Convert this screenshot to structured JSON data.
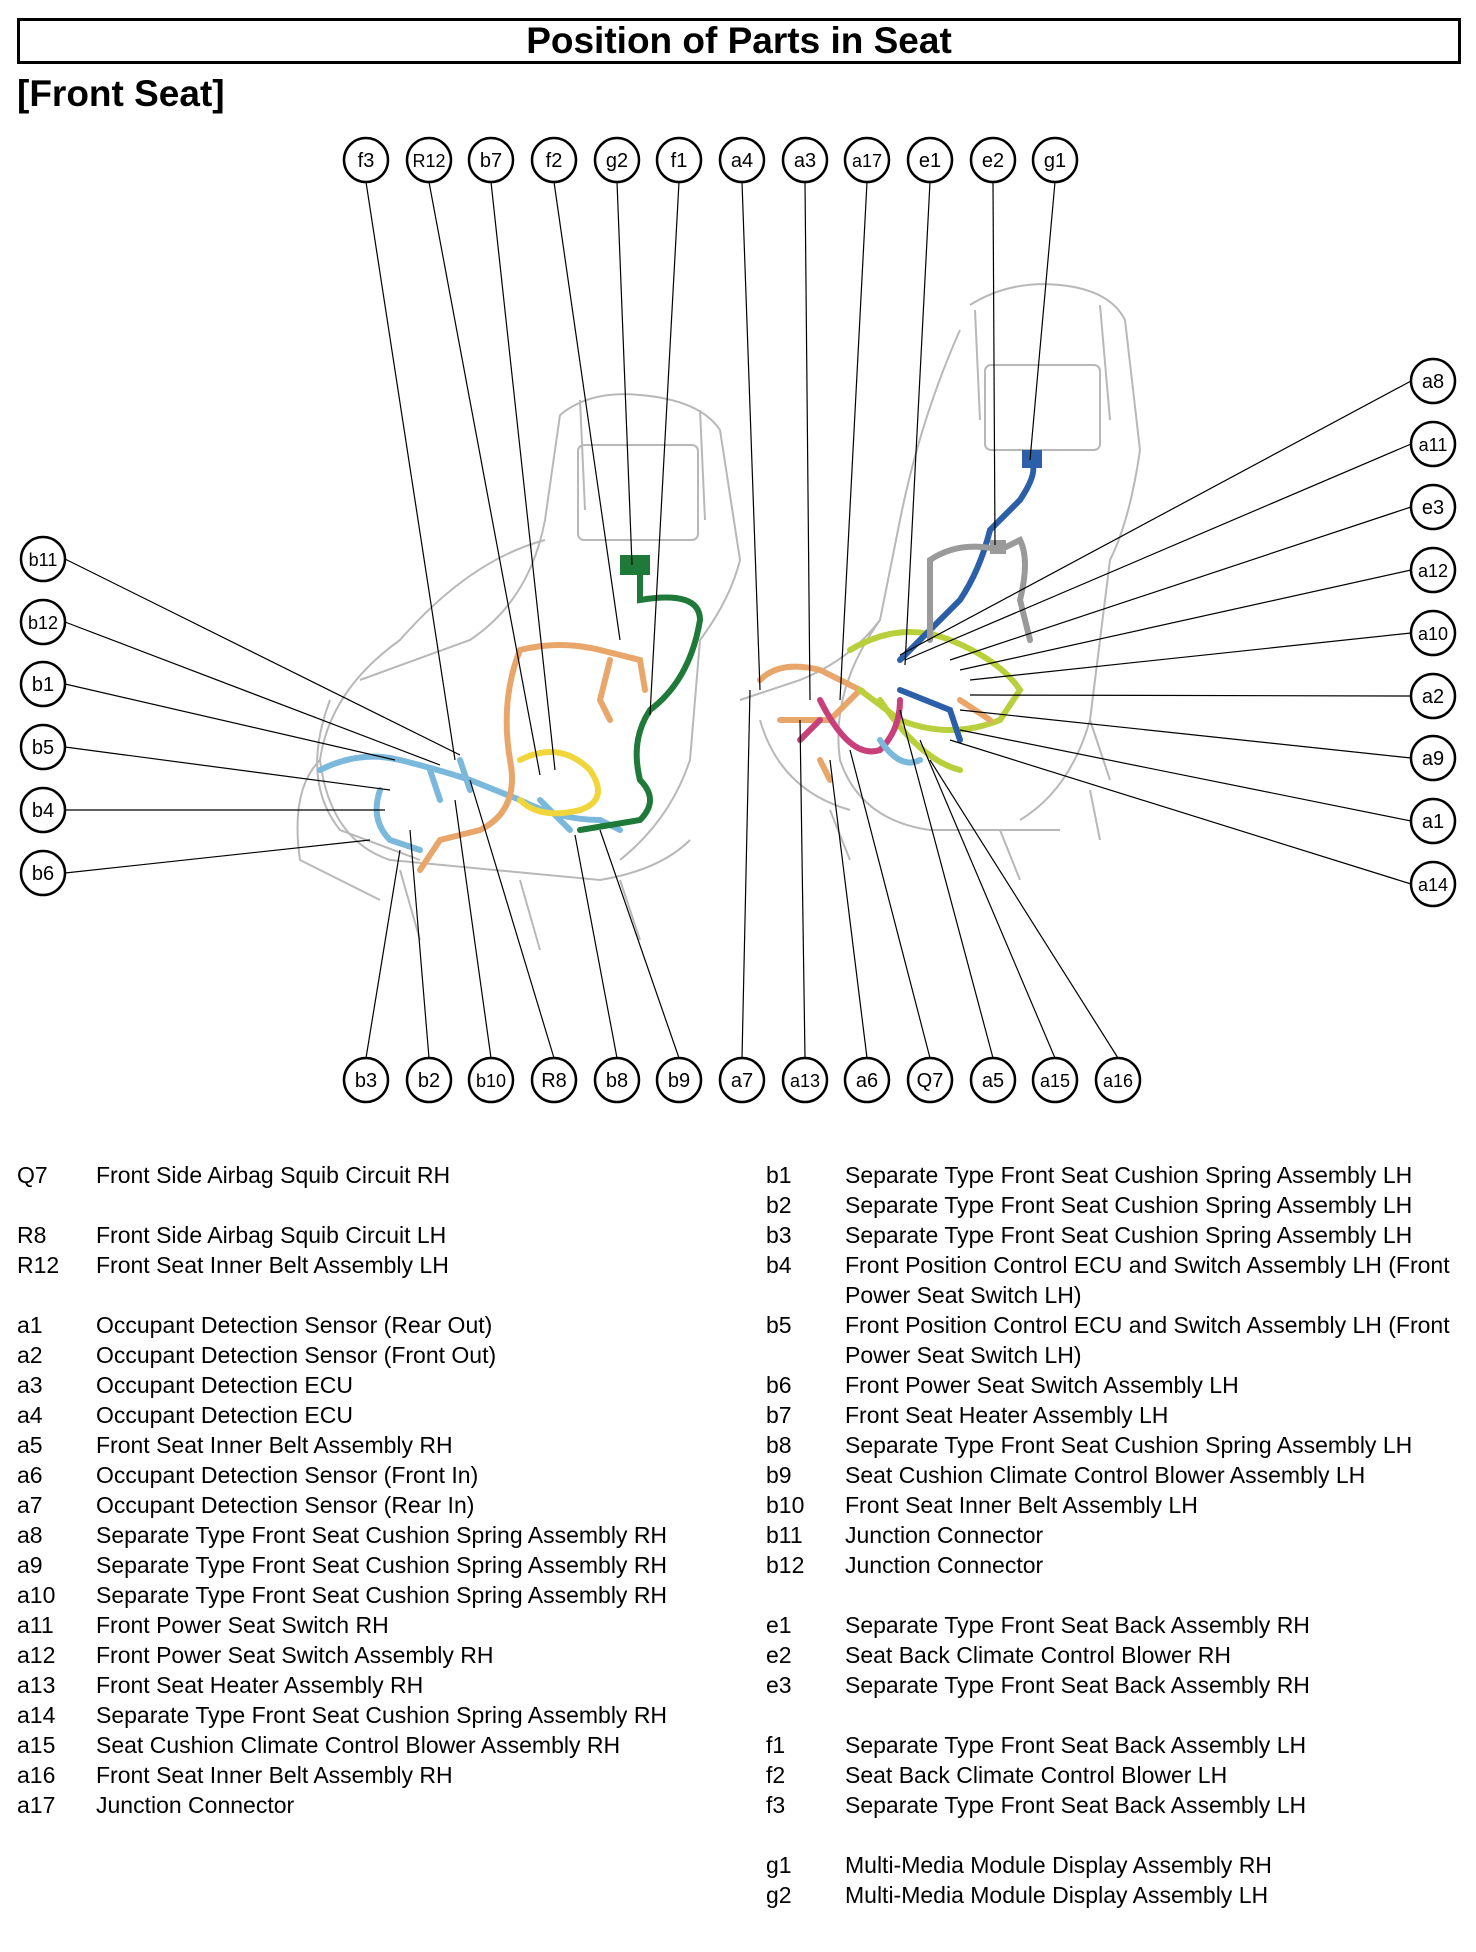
{
  "title": "Position of Parts in Seat",
  "subtitle": "[Front Seat]",
  "callouts": {
    "top": [
      "f3",
      "R12",
      "b7",
      "f2",
      "g2",
      "f1",
      "a4",
      "a3",
      "a17",
      "e1",
      "e2",
      "g1"
    ],
    "left": [
      "b11",
      "b12",
      "b1",
      "b5",
      "b4",
      "b6"
    ],
    "right": [
      "a8",
      "a11",
      "e3",
      "a12",
      "a10",
      "a2",
      "a9",
      "a1",
      "a14"
    ],
    "bottom": [
      "b3",
      "b2",
      "b10",
      "R8",
      "b8",
      "b9",
      "a7",
      "a13",
      "a6",
      "Q7",
      "a5",
      "a15",
      "a16"
    ]
  },
  "legend_left": [
    {
      "code": "Q7",
      "desc": "Front Side Airbag Squib Circuit RH",
      "gap_after": true
    },
    {
      "code": "R8",
      "desc": "Front Side Airbag Squib Circuit LH"
    },
    {
      "code": "R12",
      "desc": "Front Seat Inner Belt Assembly LH",
      "gap_after": true
    },
    {
      "code": "a1",
      "desc": "Occupant Detection Sensor (Rear Out)"
    },
    {
      "code": "a2",
      "desc": "Occupant Detection Sensor (Front Out)"
    },
    {
      "code": "a3",
      "desc": "Occupant Detection ECU"
    },
    {
      "code": "a4",
      "desc": "Occupant Detection ECU"
    },
    {
      "code": "a5",
      "desc": "Front Seat Inner Belt Assembly RH"
    },
    {
      "code": "a6",
      "desc": "Occupant Detection Sensor (Front In)"
    },
    {
      "code": "a7",
      "desc": "Occupant Detection Sensor (Rear In)"
    },
    {
      "code": "a8",
      "desc": "Separate Type Front Seat Cushion Spring Assembly RH"
    },
    {
      "code": "a9",
      "desc": "Separate Type Front Seat Cushion Spring Assembly RH"
    },
    {
      "code": "a10",
      "desc": "Separate Type Front Seat Cushion Spring Assembly RH"
    },
    {
      "code": "a11",
      "desc": "Front Power Seat Switch RH"
    },
    {
      "code": "a12",
      "desc": "Front Power Seat Switch Assembly RH"
    },
    {
      "code": "a13",
      "desc": "Front Seat Heater Assembly RH"
    },
    {
      "code": "a14",
      "desc": "Separate Type Front Seat Cushion Spring Assembly RH"
    },
    {
      "code": "a15",
      "desc": "Seat Cushion Climate Control Blower Assembly RH"
    },
    {
      "code": "a16",
      "desc": "Front Seat Inner Belt Assembly RH"
    },
    {
      "code": "a17",
      "desc": "Junction Connector"
    }
  ],
  "legend_right": [
    {
      "code": "b1",
      "desc": "Separate Type Front Seat Cushion Spring Assembly LH"
    },
    {
      "code": "b2",
      "desc": "Separate Type Front Seat Cushion Spring Assembly LH"
    },
    {
      "code": "b3",
      "desc": "Separate Type Front Seat Cushion Spring Assembly LH"
    },
    {
      "code": "b4",
      "desc": "Front Position Control ECU and Switch Assembly LH (Front Power Seat Switch LH)"
    },
    {
      "code": "b5",
      "desc": "Front Position Control ECU and Switch Assembly LH (Front Power Seat Switch LH)"
    },
    {
      "code": "b6",
      "desc": "Front Power Seat Switch Assembly LH"
    },
    {
      "code": "b7",
      "desc": "Front Seat Heater Assembly LH"
    },
    {
      "code": "b8",
      "desc": "Separate Type Front Seat Cushion Spring Assembly LH"
    },
    {
      "code": "b9",
      "desc": "Seat Cushion Climate Control Blower Assembly LH"
    },
    {
      "code": "b10",
      "desc": "Front Seat Inner Belt Assembly LH"
    },
    {
      "code": "b11",
      "desc": "Junction Connector"
    },
    {
      "code": "b12",
      "desc": "Junction Connector",
      "gap_after": true
    },
    {
      "code": "e1",
      "desc": "Separate Type Front Seat Back Assembly RH"
    },
    {
      "code": "e2",
      "desc": "Seat Back Climate Control Blower RH"
    },
    {
      "code": "e3",
      "desc": "Separate Type Front Seat Back Assembly RH",
      "gap_after": true
    },
    {
      "code": "f1",
      "desc": "Separate Type Front Seat Back Assembly LH"
    },
    {
      "code": "f2",
      "desc": "Seat Back Climate Control Blower LH"
    },
    {
      "code": "f3",
      "desc": "Separate Type Front Seat Back Assembly LH",
      "gap_after": true
    },
    {
      "code": "g1",
      "desc": "Multi-Media Module Display Assembly RH"
    },
    {
      "code": "g2",
      "desc": "Multi-Media Module Display Assembly LH"
    }
  ],
  "colors": {
    "harness_blue": "#7ab8dc",
    "harness_dark_blue": "#2b5fa8",
    "harness_orange": "#e9a66a",
    "harness_green": "#1f7a3a",
    "harness_yellow": "#f0d63a",
    "harness_yellowgreen": "#b9cf3c",
    "harness_magenta": "#c8407a",
    "outline": "#b8b8b8"
  }
}
